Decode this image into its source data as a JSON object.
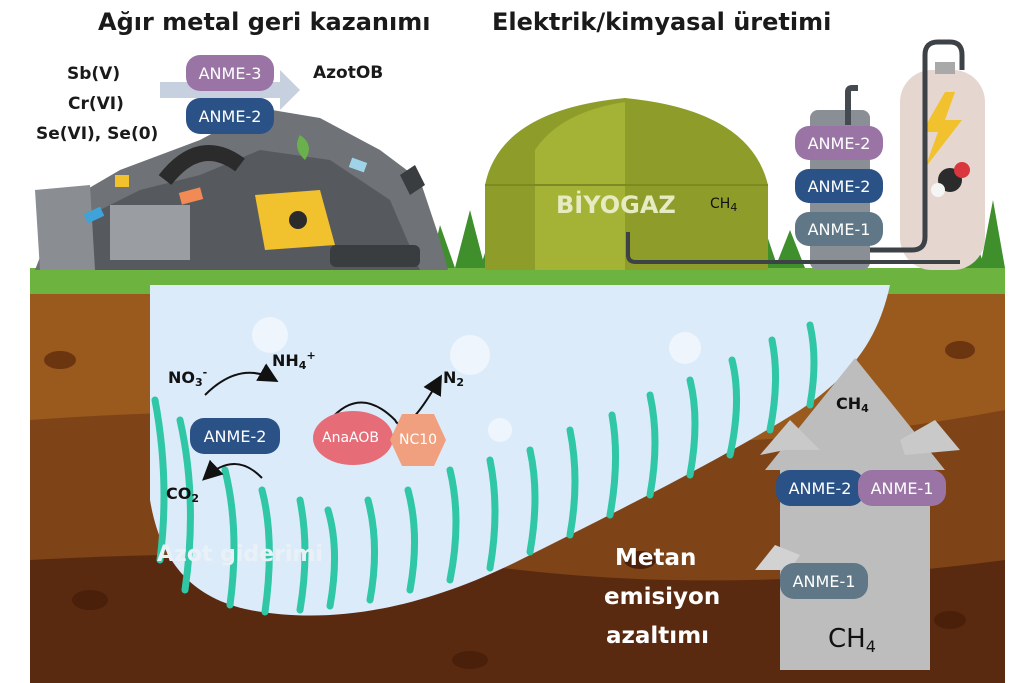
{
  "titles": {
    "metal_recovery": "Ağır metal geri kazanımı",
    "electric_chemical": "Elektrik/kimyasal üretimi"
  },
  "metals": [
    "Sb(V)",
    "Cr(VI)",
    "Se(VI), Se(0)"
  ],
  "azotob": "AzotOB",
  "biogas": {
    "label": "BİYOGAZ",
    "ch4": "CH",
    "ch4_sub": "4"
  },
  "organisms": {
    "anme1": "ANME-1",
    "anme2": "ANME-2",
    "anme3": "ANME-3",
    "anaaob": "AnaAOB",
    "nc10": "NC10"
  },
  "chemicals": {
    "no3": "NO",
    "no3_sub": "3",
    "no3_sup": "-",
    "nh4": "NH",
    "nh4_sub": "4",
    "nh4_sup": "+",
    "co2": "CO",
    "co2_sub": "2",
    "n2": "N",
    "n2_sub": "2",
    "ch4_top": "CH",
    "ch4_top_sub": "4",
    "ch4_bottom": "CH",
    "ch4_bottom_sub": "4"
  },
  "captions": {
    "nitrogen_removal": "Azot giderimi",
    "methane_line1": "Metan",
    "methane_line2": "emisiyon",
    "methane_line3": "azaltımı"
  },
  "colors": {
    "anme1": "#5f7786",
    "anme2": "#2a5287",
    "anme3": "#9b74a6",
    "anaaob": "#e66d78",
    "nc10": "#f0a07e",
    "water": "#dcebf9",
    "biogas_dome": "#8e9d2a",
    "grass": "#6db33f",
    "soil": "#9a5a1e",
    "seagrass": "#2fc7a6",
    "arrow_grey": "#bdbdbd"
  }
}
